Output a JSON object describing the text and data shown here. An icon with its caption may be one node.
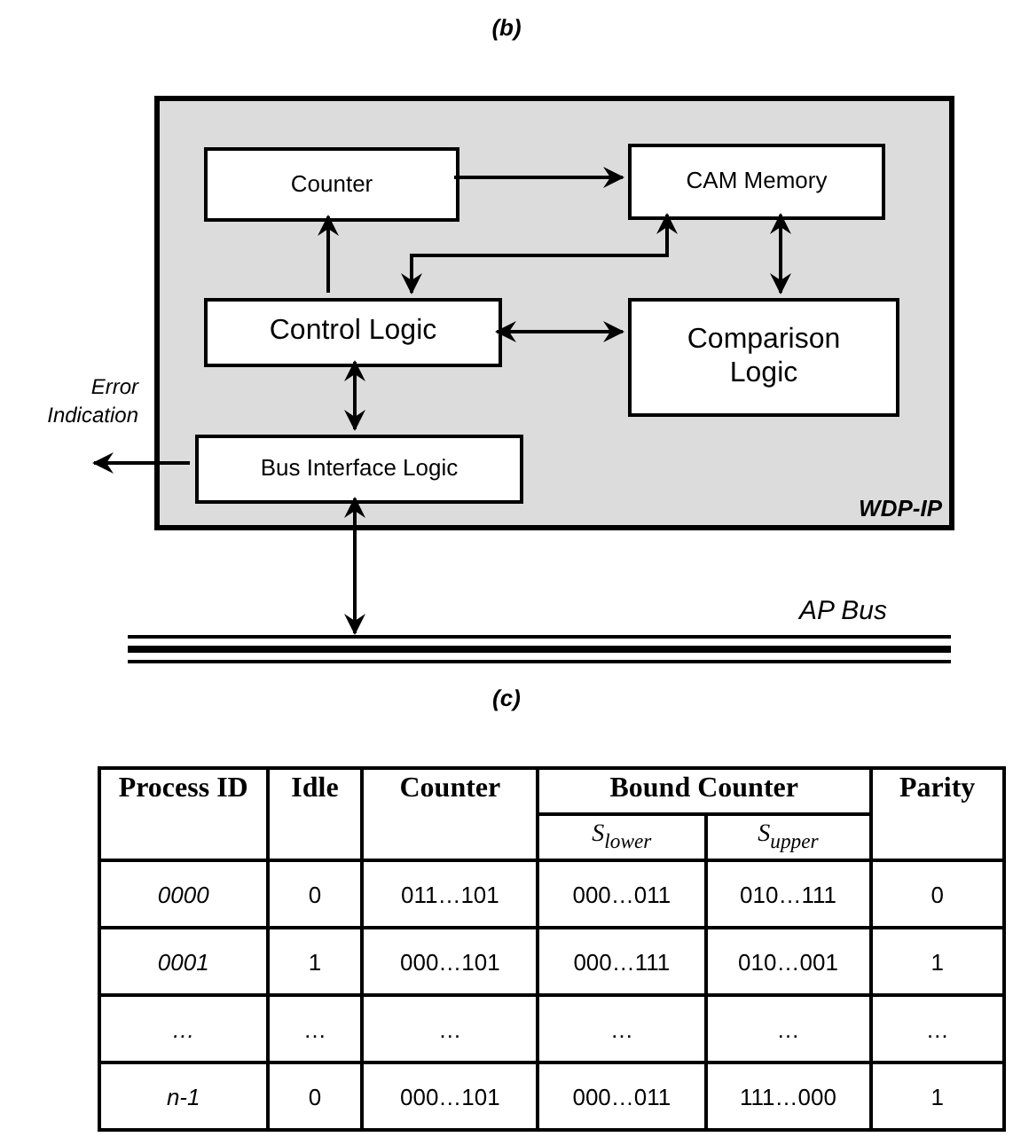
{
  "diagram": {
    "nodes": [
      {
        "text": [
          "WDP-IP"
        ]
      },
      {
        "text": [
          "Counter"
        ],
        "in": 0
      },
      {
        "text": [
          "CAM Memory"
        ],
        "in": 0
      },
      {
        "text": [
          "Control Logic"
        ],
        "in": 0
      },
      {
        "text": [
          "Comparison Logic"
        ],
        "in": 0
      },
      {
        "text": [
          "Bus Interface Logic"
        ],
        "in": 0
      },
      {
        "text": [
          "AP Bus"
        ]
      }
    ],
    "edges": [
      {
        "from": 1,
        "to": 2,
        "arrow": "to"
      },
      {
        "from": 3,
        "to": 1,
        "arrow": "to"
      },
      {
        "from": 3,
        "to": 2,
        "arrow": "both"
      },
      {
        "from": 2,
        "to": 4,
        "arrow": "both"
      },
      {
        "from": 3,
        "to": 4,
        "arrow": "both"
      },
      {
        "from": 3,
        "to": 5,
        "arrow": "both"
      },
      {
        "from": 5,
        "to": null,
        "arrow": "to",
        "label": "Error Indication"
      },
      {
        "from": 5,
        "to": 6,
        "arrow": "both"
      }
    ],
    "labels": [
      "(b)",
      "(c)",
      "Process ID",
      "Idle",
      "Counter",
      "Bound Counter",
      "Parity",
      "S$_{lower}$",
      "S$_{upper}$",
      "0000",
      "0",
      "011…101",
      "000…011",
      "010…111",
      "0",
      "0001",
      "1",
      "000…101",
      "000…111",
      "010…001",
      "1",
      "…",
      "…",
      "…",
      "…",
      "…",
      "…",
      "n-1",
      "0",
      "000…101",
      "000…011",
      "111…000",
      "1"
    ]
  }
}
